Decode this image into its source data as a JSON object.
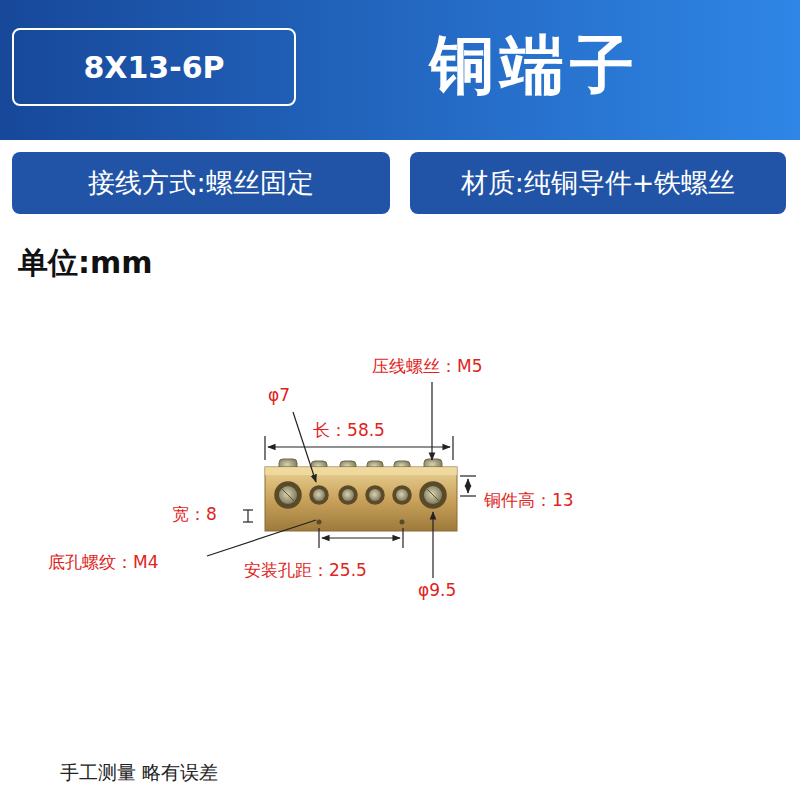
{
  "diagram": {
    "title": "铜端子",
    "caption": "手工测量 略有误差",
    "nodes": [
      {
        "text": [
          "8X13-6P"
        ]
      },
      {
        "text": [
          "接线方式:螺丝固定"
        ]
      },
      {
        "text": [
          "材质:纯铜导件+铁螺丝"
        ]
      }
    ],
    "labels": [
      "单位:mm",
      "φ7",
      "压线螺丝：M5",
      "长：58.5",
      "铜件高：13",
      "宽：8",
      "底孔螺纹：M4",
      "安装孔距：25.5",
      "φ9.5"
    ]
  }
}
